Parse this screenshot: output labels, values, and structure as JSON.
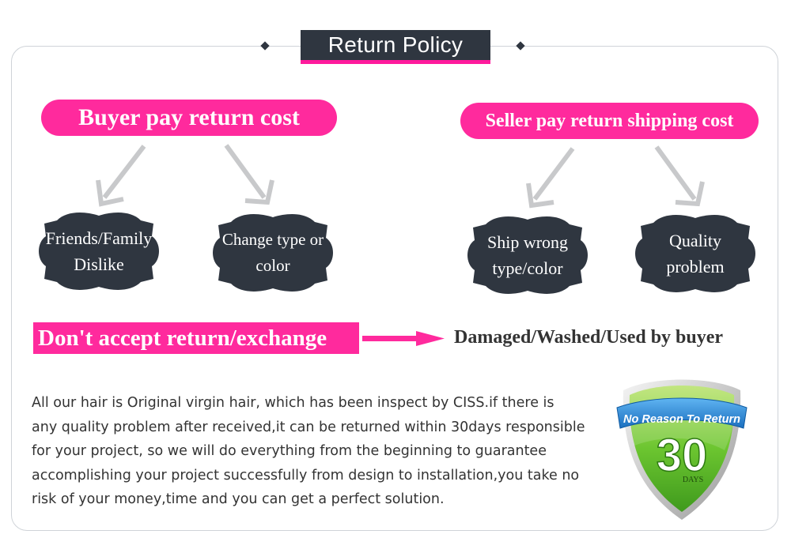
{
  "header": {
    "title": "Return Policy"
  },
  "left_group": {
    "heading": "Buyer pay return cost",
    "reasons": [
      {
        "lines": [
          "Friends/Family",
          "Dislike"
        ]
      },
      {
        "lines": [
          "Change type or",
          "color"
        ]
      }
    ]
  },
  "right_group": {
    "heading": "Seller pay return shipping cost",
    "reasons": [
      {
        "lines": [
          "Ship wrong",
          "type/color"
        ]
      },
      {
        "lines": [
          "Quality",
          "problem"
        ]
      }
    ]
  },
  "exclusion": {
    "label": "Don't accept return/exchange",
    "condition": "Damaged/Washed/Used by buyer"
  },
  "description": {
    "lines": [
      "All our hair is Original virgin hair, which has been inspect by CISS.if there is",
      "any quality problem after received,it can be returned within 30days responsible",
      "for your project, so we will do everything from the beginning to guarantee",
      "accomplishing your project successfully from design to installation,you take no",
      "risk of your money,time and you can get a perfect solution."
    ]
  },
  "guarantee_badge": {
    "ribbon_text": "No Reason To Return",
    "number": "30",
    "unit": "DAYS"
  },
  "colors": {
    "accent_pink": "#ff2a9d",
    "dark_slate": "#2f3640",
    "arrow_gray": "#c8c9cb",
    "shield_green": "#5fbf2d",
    "ribbon_blue": "#2b8fd8"
  },
  "icons": {
    "title_decoration": "diamond-icon",
    "flow_arrows": "down-arrow-icon",
    "pointer": "right-arrow-icon",
    "badge": "shield-badge-icon"
  }
}
